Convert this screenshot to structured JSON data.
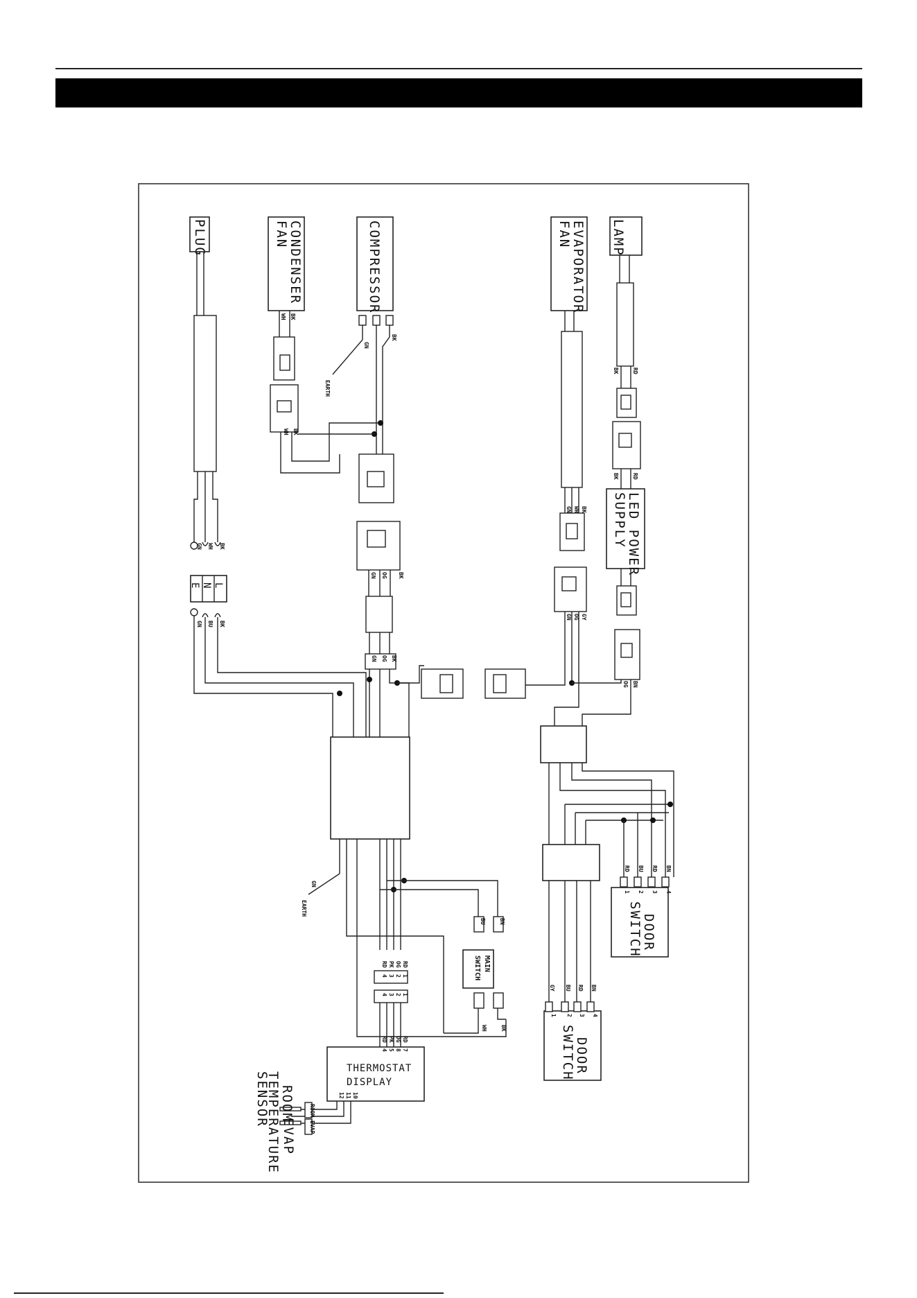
{
  "components": {
    "plug": "PLUG",
    "condenser_fan": [
      "CONDENSER",
      "FAN"
    ],
    "compressor": "COMPRESSOR",
    "evaporator_fan": [
      "EVAPORATOR",
      "FAN"
    ],
    "lamp": "LAMP",
    "led_power_supply": [
      "LED POWER",
      "SUPPLY"
    ],
    "thermostat_display": [
      "THERMOSTAT",
      "DISPLAY"
    ],
    "main_switch": [
      "MAIN",
      "SWITCH"
    ],
    "door_switch_upper": [
      "DOOR",
      "SWITCH"
    ],
    "door_switch_lower": [
      "DOOR",
      "SWITCH"
    ],
    "room_sensor": "ROOM",
    "evap_sensor": "EVAP",
    "sensor_caption": [
      "TEMPERATURE",
      "SENSOR"
    ],
    "earth_compressor": "EARTH",
    "earth_lower": "EARTH"
  },
  "terminal_block": {
    "l": "L",
    "n": "N",
    "e": "E"
  },
  "wire_codes": {
    "condenser_fan": [
      "BK",
      "WH"
    ],
    "compressor": [
      "BK",
      "GN"
    ],
    "plug_leads": [
      "BK",
      "WH",
      "GN"
    ],
    "terminal_out": [
      "BK",
      "BU",
      "GN"
    ],
    "comp_connector": [
      "BK",
      "OG",
      "GN"
    ],
    "comp_bundle": [
      "BK",
      "OG",
      "GN"
    ],
    "evap_fan": [
      "BK",
      "WH",
      "GN"
    ],
    "evap_connector": [
      "GY",
      "OG",
      "GN"
    ],
    "lamp": [
      "RD",
      "BK"
    ],
    "led_out": [
      "RD",
      "BK"
    ],
    "led_conn_lower": [
      "BN",
      "OG"
    ],
    "earth_lower": "GN",
    "main_switch_top": [
      "BN",
      "BU"
    ],
    "main_switch_bottom": [
      "BK",
      "WH"
    ],
    "thermostat_top_row": [
      "RD",
      "OG",
      "PK",
      "RD"
    ],
    "thermostat_top_nums": [
      "1",
      "2",
      "3",
      "4"
    ],
    "thermostat_bot_nums": [
      "1",
      "2",
      "3",
      "4"
    ],
    "thermostat_wires": [
      "RD",
      "OG",
      "PK",
      "RD"
    ],
    "thermostat_pins": [
      "7",
      "8",
      "5",
      "4"
    ],
    "sensor_pins": [
      "10",
      "11",
      "12"
    ],
    "sensor_tags": [
      "ROOM",
      "EVAP"
    ],
    "door_upper": [
      "BN",
      "RD",
      "BU",
      "RD"
    ],
    "door_upper_nums": [
      "4",
      "3",
      "2",
      "1"
    ],
    "door_lower": [
      "BN",
      "RD",
      "BU",
      "GY"
    ],
    "door_lower_nums": [
      "4",
      "3",
      "2",
      "1"
    ]
  }
}
